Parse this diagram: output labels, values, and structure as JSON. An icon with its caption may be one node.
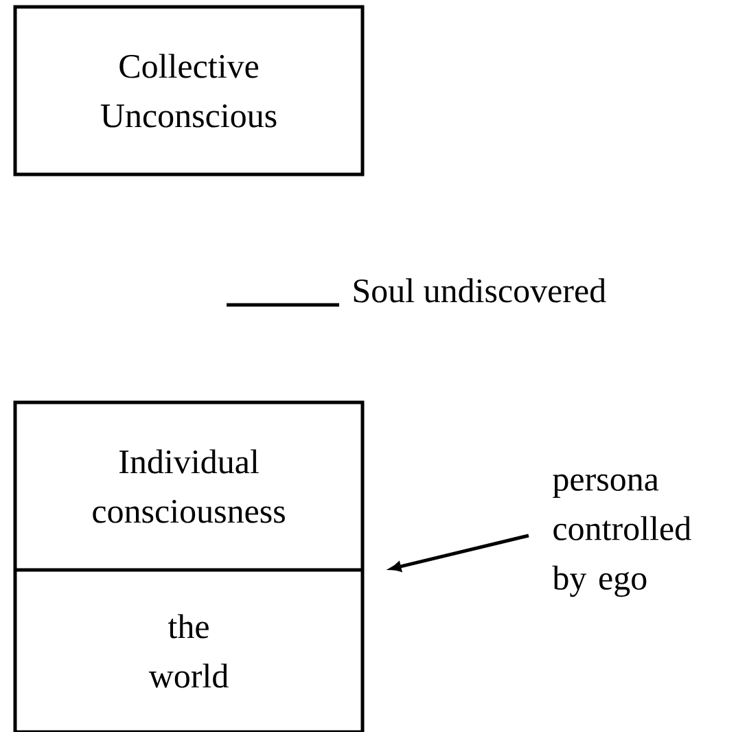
{
  "diagram": {
    "nodes": [
      {
        "text": [
          "Collective Unconscious"
        ]
      },
      {
        "text": [],
        "shape": "box"
      },
      {
        "text": [
          "Individual consciousness"
        ],
        "in": 1
      },
      {
        "text": [
          "the world"
        ],
        "in": 1
      },
      {
        "text": [
          "persona controlled by ego"
        ]
      }
    ],
    "edges": [
      {
        "from": 4,
        "to": 1,
        "arrow": "to"
      }
    ],
    "labels": [
      "Soul undiscovered"
    ]
  }
}
